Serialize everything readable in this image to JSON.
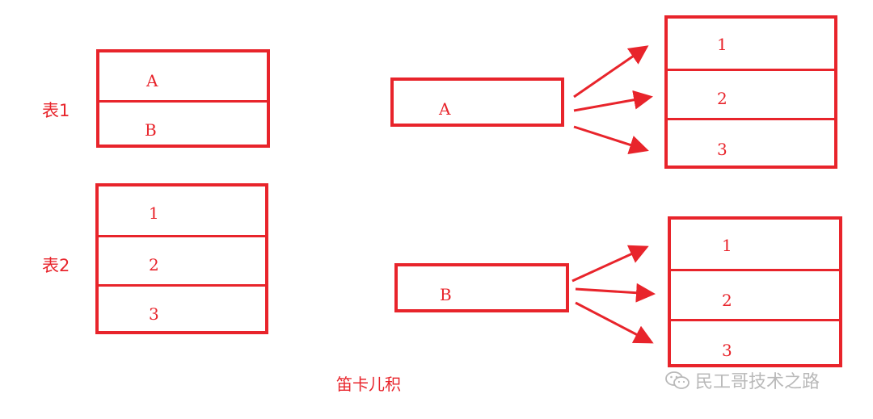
{
  "table1": {
    "label": "表1",
    "rows": [
      "A",
      "B"
    ]
  },
  "table2": {
    "label": "表2",
    "rows": [
      "1",
      "2",
      "3"
    ]
  },
  "product": {
    "source_a": "A",
    "targets_a": [
      "1",
      "2",
      "3"
    ],
    "source_b": "B",
    "targets_b": [
      "1",
      "2",
      "3"
    ]
  },
  "caption": "笛卡儿积",
  "watermark": {
    "icon": "wechat-icon",
    "text": "民工哥技术之路"
  },
  "colors": {
    "accent": "#e8242b",
    "watermark": "#b9b9b9"
  }
}
